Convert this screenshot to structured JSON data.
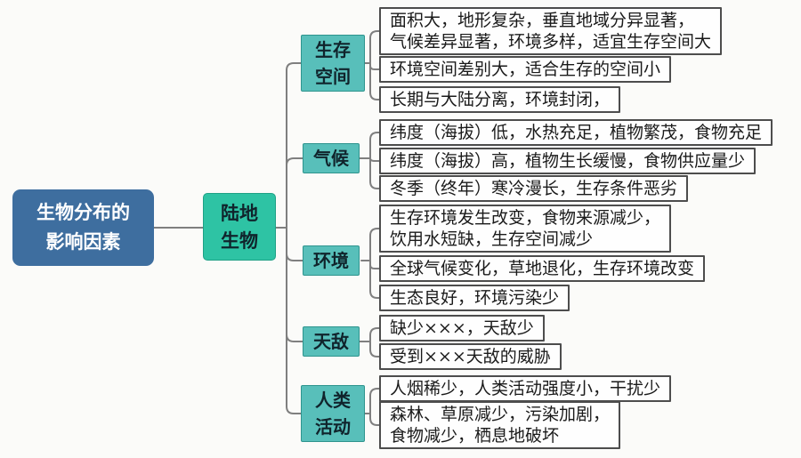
{
  "diagram": {
    "title_semantics": "生物分布的影响因素思维导图",
    "root": {
      "label": "生物分布的\n影响因素"
    },
    "hub": {
      "label": "陆地\n生物"
    },
    "branches": [
      {
        "label": "生存\n空间",
        "leaves": [
          "面积大，地形复杂，垂直地域分异显著，\n气候差异显著，环境多样，适宜生存空间大",
          "环境空间差别大，适合生存的空间小",
          "长期与大陆分离，环境封闭，"
        ]
      },
      {
        "label": "气候",
        "leaves": [
          "纬度（海拔）低，水热充足，植物繁茂，食物充足",
          "纬度（海拔）高，植物生长缓慢，食物供应量少",
          "冬季（终年）寒冷漫长，生存条件恶劣"
        ]
      },
      {
        "label": "环境",
        "leaves": [
          "生存环境发生改变，食物来源减少，\n饮用水短缺，生存空间减少",
          "全球气候变化，草地退化，生存环境改变",
          "生态良好，环境污染少"
        ]
      },
      {
        "label": "天敌",
        "leaves": [
          "缺少×××，天敌少",
          "受到×××天敌的威胁"
        ]
      },
      {
        "label": "人类\n活动",
        "leaves": [
          "人烟稀少，人类活动强度小，干扰少",
          "森林、草原减少，污染加剧，\n食物减少，栖息地破坏"
        ]
      }
    ],
    "colors": {
      "root_bg": "#3e6e9f",
      "root_text": "#ffffff",
      "hub_bg": "#2ec3a4",
      "branch_bg": "#58bfba",
      "branch_border": "#2e948e",
      "leaf_border": "#4d4d4d",
      "connector": "#7f7f7f",
      "node_text": "#10242c"
    }
  }
}
